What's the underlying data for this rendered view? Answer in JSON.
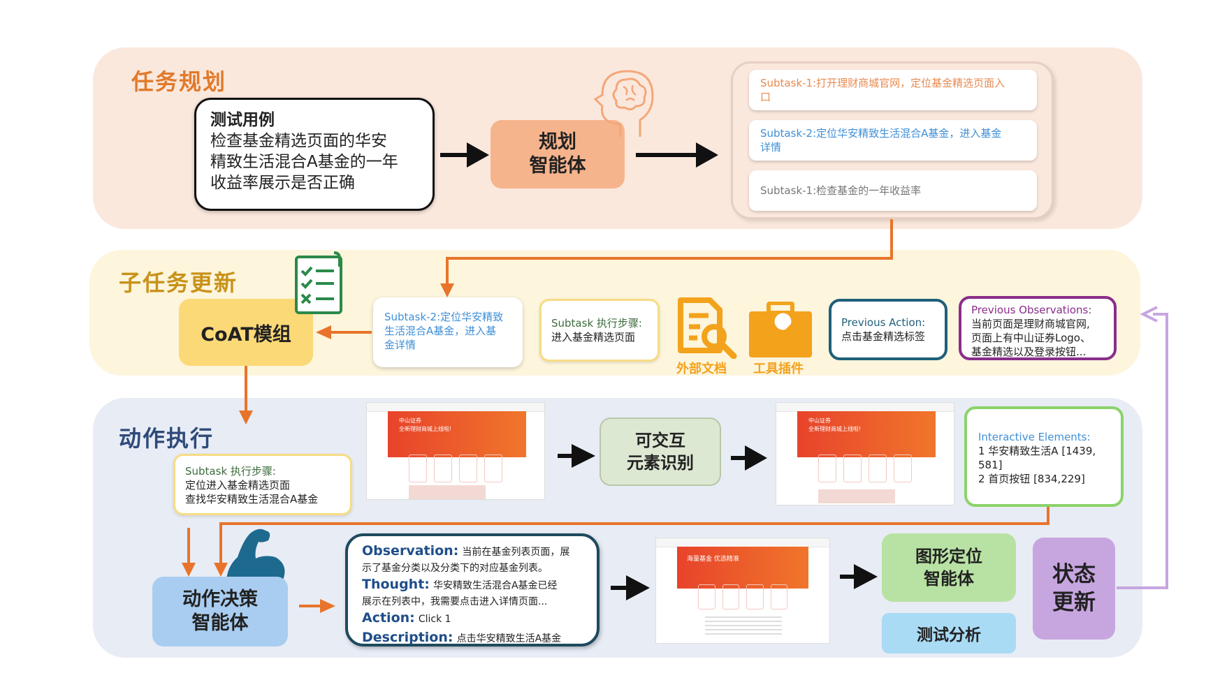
{
  "sections": {
    "planning": "任务规划",
    "subtask_update": "子任务更新",
    "execution": "动作执行"
  },
  "test_case": {
    "title": "测试用例",
    "lines": [
      "检查基金精选页面的华安",
      "精致生活混合A基金的一年",
      "收益率展示是否正确"
    ]
  },
  "planning_agent": {
    "line1": "规划",
    "line2": "智能体"
  },
  "subtasks": [
    {
      "text_line1": "Subtask-1:打开理财商城官网，定位基金精选页面入",
      "text_line2": "口",
      "color": "#e88a50"
    },
    {
      "text_line1": "Subtask-2:定位华安精致生活混合A基金，进入基金",
      "text_line2": "详情",
      "color": "#3f8fd6"
    },
    {
      "text_line1": "Subtask-1:检查基金的一年收益率",
      "text_line2": "",
      "color": "#777777"
    }
  ],
  "coat_module": "CoAT模组",
  "current_subtask": {
    "lines": [
      "Subtask-2:定位华安精致",
      "生活混合A基金，进入基",
      "金详情"
    ],
    "color": "#3f8fd6"
  },
  "subtask_steps_small": {
    "label": "Subtask 执行步骤:",
    "step": "进入基金精选页面"
  },
  "external_docs_label": "外部文档",
  "tool_plugins_label": "工具插件",
  "previous_action": {
    "label": "Previous Action:",
    "value": "点击基金精选标签"
  },
  "previous_observations": {
    "label": "Previous Observations:",
    "lines": [
      "当前页面是理财商城官网,",
      "页面上有中山证券Logo、",
      "基金精选以及登录按钮..."
    ]
  },
  "exec_steps": {
    "label": "Subtask 执行步骤:",
    "lines": [
      "定位进入基金精选页面",
      "查找华安精致生活混合A基金"
    ]
  },
  "element_recognition": {
    "line1": "可交互",
    "line2": "元素识别"
  },
  "interactive_elements": {
    "label": "Interactive Elements:",
    "lines": [
      "1 华安精致生活A [1439,",
      "581]",
      "2 首页按钮 [834,229]"
    ]
  },
  "action_agent": {
    "line1": "动作决策",
    "line2": "智能体"
  },
  "reasoning": {
    "observation_label": "Observation:",
    "observation_text1": "当前在基金列表页面，展",
    "observation_text2": "示了基金分类以及分类下的对应基金列表。",
    "thought_label": "Thought:",
    "thought_text1": "华安精致生活混合A基金已经",
    "thought_text2": "展示在列表中，我需要点击进入详情页面...",
    "action_label": "Action:",
    "action_text": "Click 1",
    "description_label": "Description:",
    "description_text": "点击华安精致生活A基金"
  },
  "grounding_agent": {
    "line1": "图形定位",
    "line2": "智能体"
  },
  "test_analysis": "测试分析",
  "state_update": {
    "line1": "状态",
    "line2": "更新"
  },
  "screenshot_texts": {
    "banner_a": "中山证券",
    "banner_b": "全新理财商城上线啦!",
    "banner_c": "海量基金 优选精准"
  },
  "colors": {
    "plan_band": "#fbe8dd",
    "sub_band": "#fdf5dc",
    "act_band": "#e8ecf5",
    "orange_title": "#e07a2c",
    "gold_title": "#c8921a",
    "blue_title": "#2e4a7a",
    "arrow_orange": "#e8742b",
    "state_purple": "#c7a6e0"
  }
}
